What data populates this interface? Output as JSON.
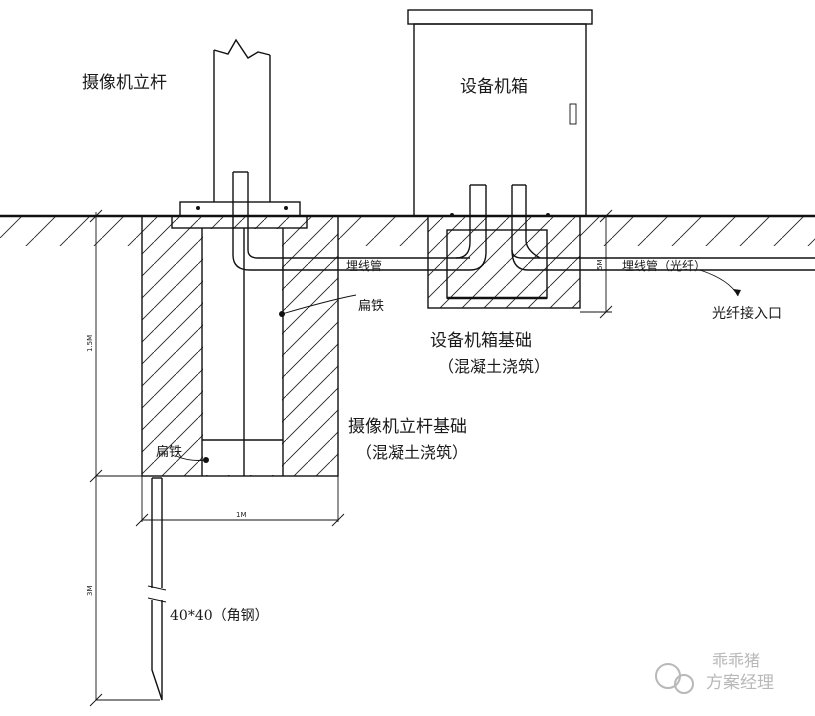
{
  "labels": {
    "pole": "摄像机立杆",
    "cabinet": "设备机箱",
    "conduit_left": "埋线管",
    "conduit_right": "埋线管（光纤）",
    "fiber_entry": "光纤接入口",
    "flat_iron_top": "扁铁",
    "flat_iron_bottom": "扁铁",
    "cabinet_foundation": "设备机箱基础",
    "cabinet_foundation_note": "（混凝土浇筑）",
    "pole_foundation": "摄像机立杆基础",
    "pole_foundation_note": "（混凝土浇筑）",
    "angle_steel": "40*40（角钢）"
  },
  "dimensions": {
    "depth_pole": "1.5M",
    "width_pole": "1M",
    "depth_angle": "3M",
    "depth_cabinet": "5M"
  },
  "watermark": {
    "line1": "乖乖猪",
    "line2": "方案经理"
  },
  "colors": {
    "ink": "#111111",
    "watermark": "#b8b8b8"
  }
}
